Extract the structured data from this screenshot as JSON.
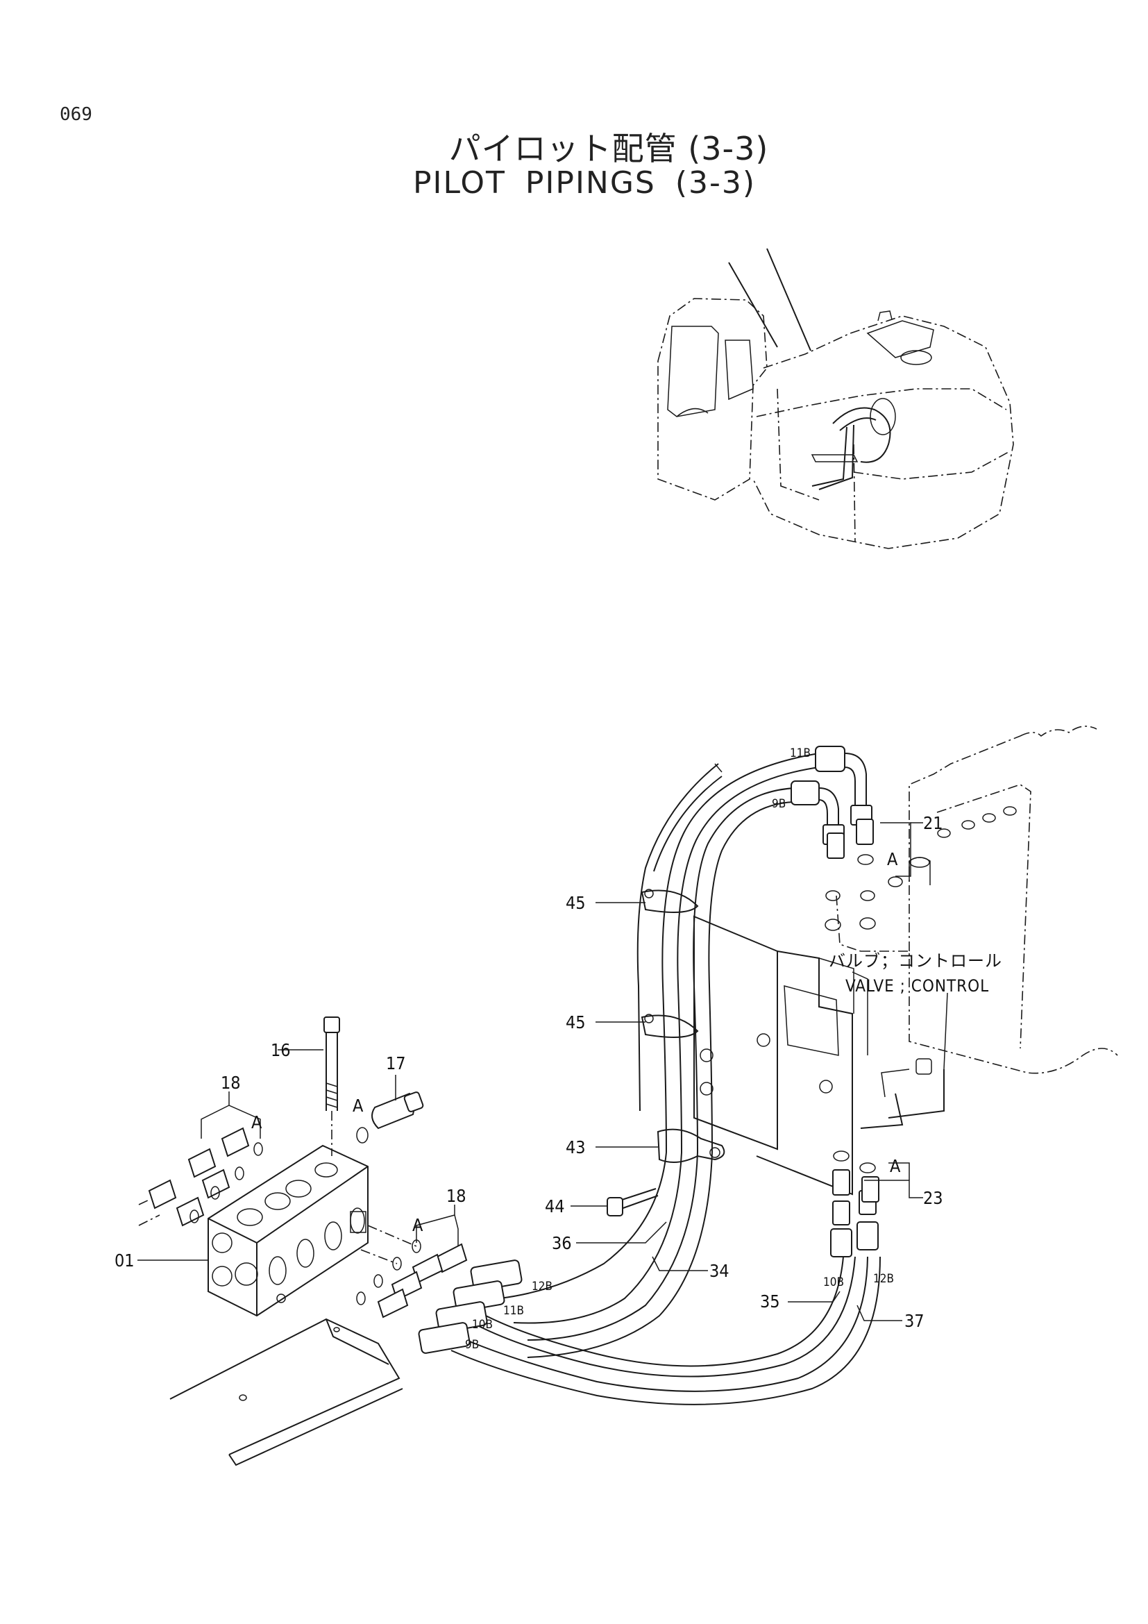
{
  "page_number": "069",
  "title_ja": "パイロット配管 (3-3)",
  "title_en": "PILOT PIPINGS (3-3)",
  "valve_label_ja": "バルブ；コントロール",
  "valve_label_en": "VALVE ; CONTROL",
  "callouts": {
    "c01": "01",
    "c16": "16",
    "c17": "17",
    "c18_left": "18",
    "c18_mid": "18",
    "c21": "21",
    "c23": "23",
    "c34": "34",
    "c35": "35",
    "c36": "36",
    "c37": "37",
    "c43": "43",
    "c44": "44",
    "c45_upper": "45",
    "c45_lower": "45"
  },
  "detail_markers": {
    "a1": "A",
    "a2": "A",
    "a3": "A",
    "a4": "A",
    "a5": "A"
  },
  "hose_tags": {
    "t11b_top": "11B",
    "t9b_top": "9B",
    "t12b_left": "12B",
    "t11b_left": "11B",
    "t10b_left": "10B",
    "t9b_left": "9B",
    "t10b_right": "10B",
    "t12b_right": "12B"
  }
}
